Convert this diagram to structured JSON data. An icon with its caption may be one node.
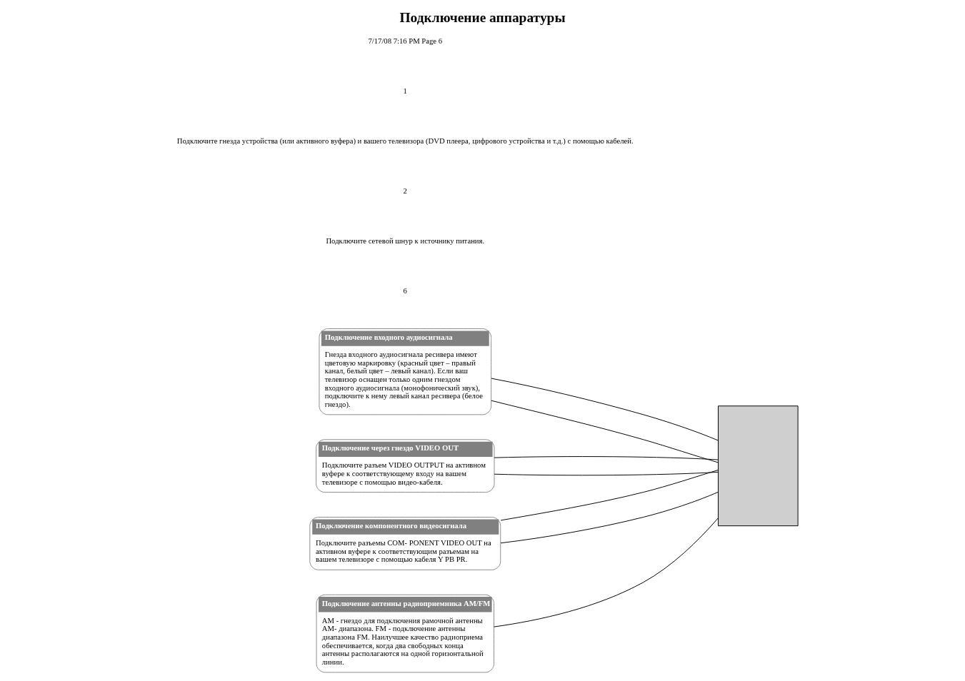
{
  "diagram": {
    "title": "Подключение аппаратуры",
    "nodes": [
      {
        "text": [
          "Подключение входного аудиосигнала",
          "Гнезда входного аудиосигнала ресивера имеют цветовую маркировку (красный цвет – правый канал, белый цвет – левый канал). Если ваш телевизор оснащен только одним гнездом входного аудиосигнала (монофонический звук), подключите к нему левый канал ресивера (белое гнездо)."
        ]
      },
      {
        "text": [
          "Подключение через гнездо VIDEO OUT",
          "Подключите разъем VIDEO OUTPUT на активном вуфере к соответствующему входу на вашем телевизоре с помощью видео-кабеля."
        ]
      },
      {
        "text": [
          "Подключение компонентного видеосигнала",
          "Подключите разъемы COM- PONENT VIDEO OUT на активном вуфере к соответствующим разъемам на вашем телевизоре с помощью кабеля Y PB PR."
        ]
      },
      {
        "text": [
          "Подключение антенны радиоприемника AM/FM",
          "AM - гнездо для подключения рамочной антенны AM- диапазона. FM - подключение антенны диапазона FM. Наилучшее качество радиоприема обеспечивается, когда два свободных конца антенны располагаются на одной горизонтальной линии."
        ]
      },
      {
        "text": [],
        "shape": "box"
      }
    ],
    "edges": [
      {
        "from": 0,
        "to": 4,
        "arrow": "none"
      },
      {
        "from": 0,
        "to": 4,
        "arrow": "none"
      },
      {
        "from": 1,
        "to": 4,
        "arrow": "none"
      },
      {
        "from": 1,
        "to": 4,
        "arrow": "none"
      },
      {
        "from": 2,
        "to": 4,
        "arrow": "none"
      },
      {
        "from": 2,
        "to": 4,
        "arrow": "none"
      },
      {
        "from": 3,
        "to": 4,
        "arrow": "none"
      }
    ],
    "labels": [
      "7/17/08 7:16 PM Page 6",
      "1",
      "Подключите гнезда устройства (или активного вуфера) и вашего телевизора (DVD плеера, цифрового устройства и т.д.) с помощью кабелей.",
      "2",
      "Подключите сетевой шнур к источнику питания.",
      "6"
    ]
  }
}
